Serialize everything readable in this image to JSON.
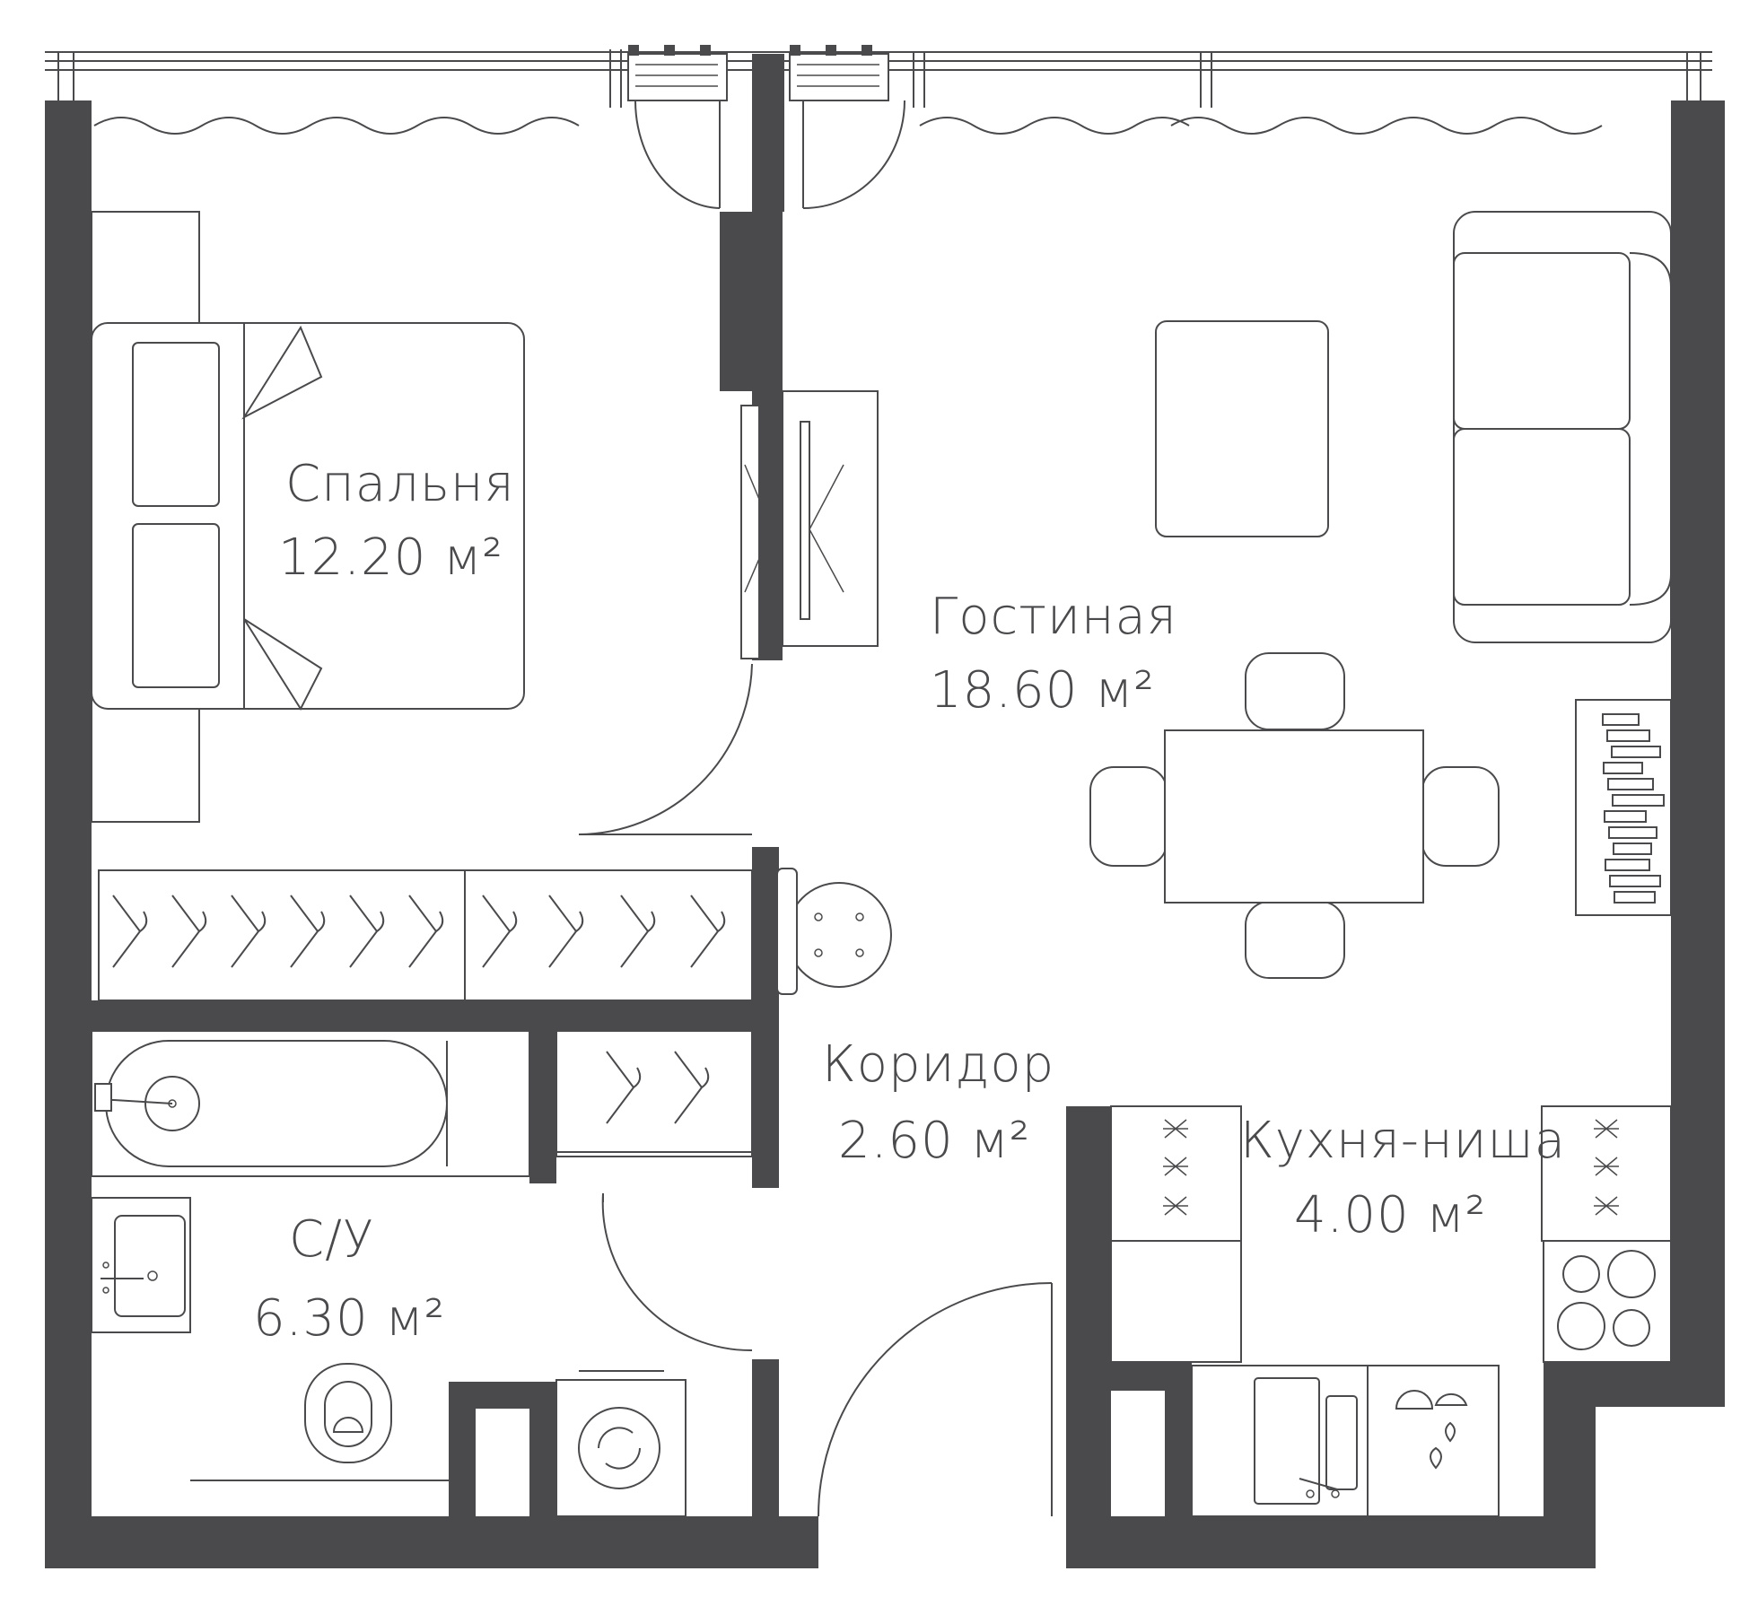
{
  "rooms": {
    "bedroom": {
      "name": "Спальня",
      "area": "12.20 м²"
    },
    "living": {
      "name": "Гостиная",
      "area": "18.60 м²"
    },
    "corridor": {
      "name": "Коридор",
      "area": "2.60 м²"
    },
    "kitchen": {
      "name": "Кухня-ниша",
      "area": "4.00 м²"
    },
    "bathroom": {
      "name": "С/У",
      "area": "6.30 м²"
    }
  },
  "colors": {
    "wall": "#4a4a4c",
    "line": "#4a4a4c",
    "background": "#ffffff"
  }
}
